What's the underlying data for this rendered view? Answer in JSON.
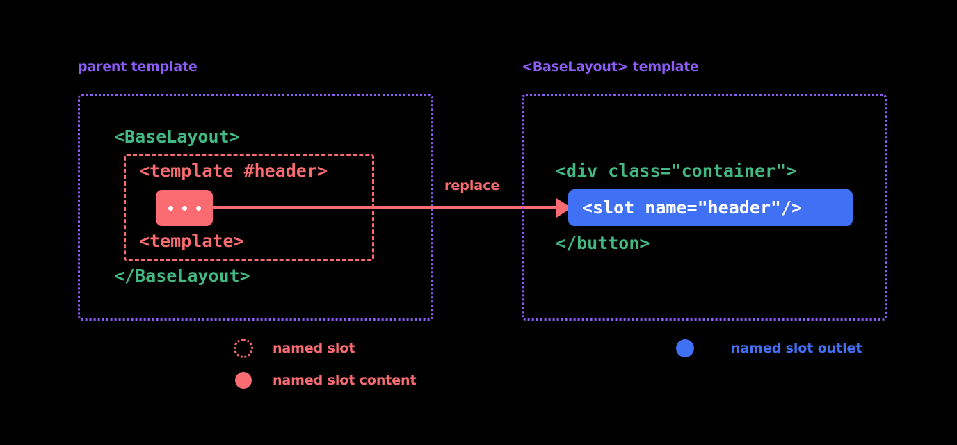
{
  "panels": {
    "left": {
      "title": "parent template",
      "code_lines": [
        {
          "text": "<BaseLayout>",
          "color": "green"
        },
        {
          "text": "<template #header>",
          "color": "red"
        },
        {
          "text": "<template>",
          "color": "red"
        },
        {
          "text": "</BaseLayout>",
          "color": "green"
        }
      ],
      "slot_content_chip": "..."
    },
    "right": {
      "title": "<BaseLayout> template",
      "code_lines": [
        {
          "text": "<div class=\"container\">",
          "color": "green"
        },
        {
          "text": "<slot name=\"header\"/>",
          "color": "white"
        },
        {
          "text": "</button>",
          "color": "green"
        }
      ]
    }
  },
  "arrow": {
    "label": "replace"
  },
  "legend": [
    {
      "marker": "dotted-circle-icon",
      "label": "named slot",
      "color": "#fb6c72"
    },
    {
      "marker": "filled-circle-icon",
      "label": "named slot content",
      "color": "#fb6c72"
    },
    {
      "marker": "filled-circle-icon",
      "label": "named slot outlet",
      "color": "#4070f4"
    }
  ],
  "colors": {
    "background": "#000000",
    "purple": "#8b5cf6",
    "green": "#42b883",
    "red": "#fb6c72",
    "blue": "#4070f4",
    "white": "#ffffff"
  }
}
